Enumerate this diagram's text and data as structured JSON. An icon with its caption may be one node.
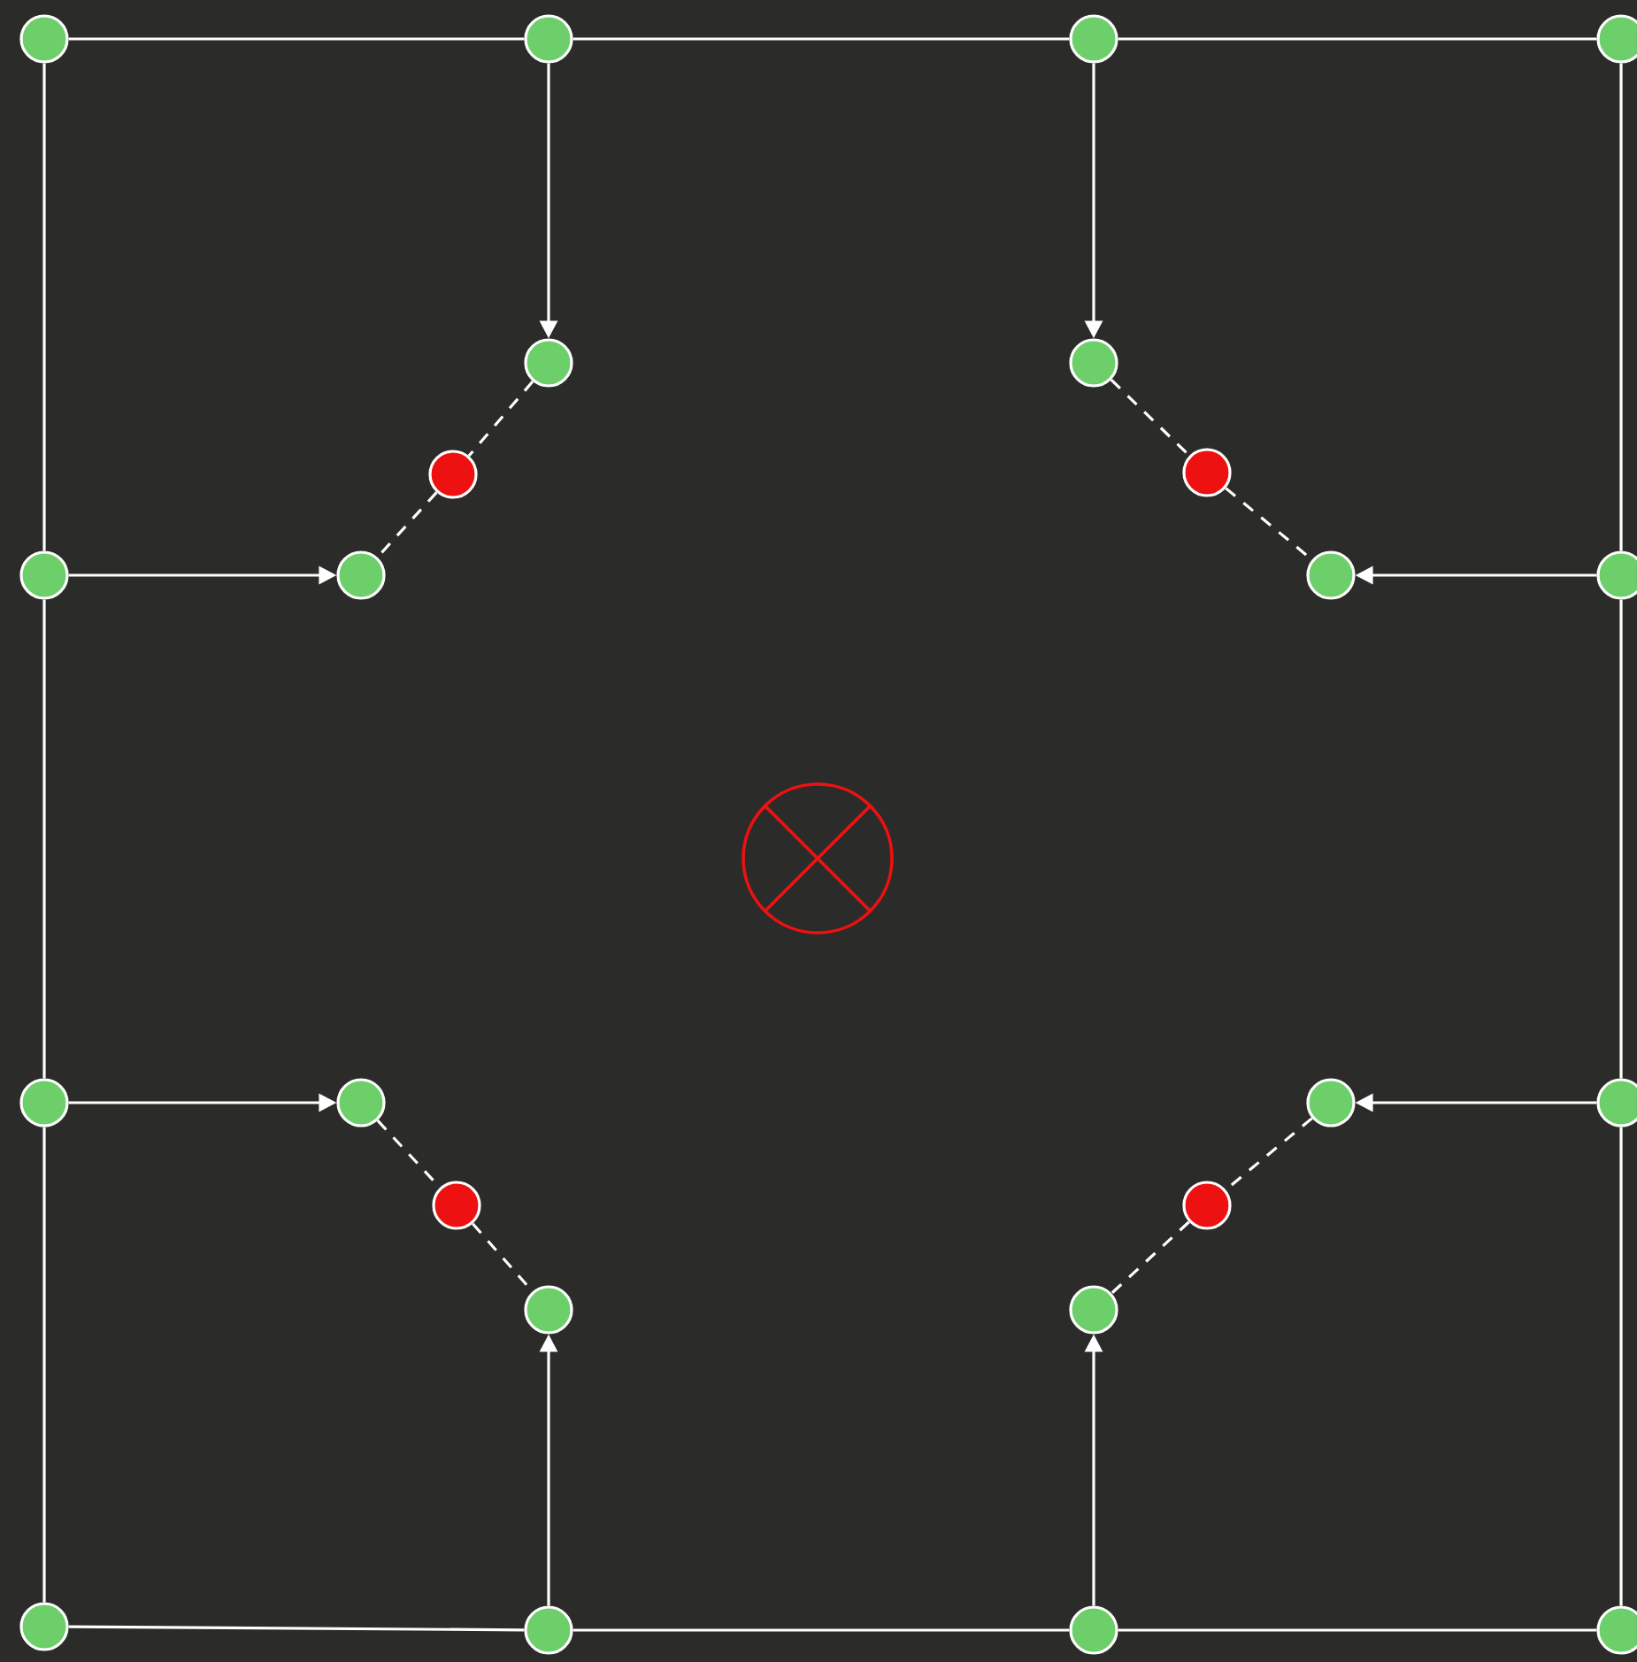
{
  "diagram": {
    "nodes": [
      {
        "text": [],
        "shape": "circle"
      },
      {
        "text": [],
        "shape": "circle"
      },
      {
        "text": [],
        "shape": "circle"
      },
      {
        "text": [],
        "shape": "circle"
      },
      {
        "text": [],
        "shape": "circle"
      },
      {
        "text": [],
        "shape": "circle"
      },
      {
        "text": [],
        "shape": "circle"
      },
      {
        "text": [],
        "shape": "circle"
      },
      {
        "text": [],
        "shape": "circle"
      },
      {
        "text": [],
        "shape": "circle"
      },
      {
        "text": [],
        "shape": "circle"
      },
      {
        "text": [],
        "shape": "circle"
      },
      {
        "text": [],
        "shape": "circle"
      },
      {
        "text": [],
        "shape": "circle"
      },
      {
        "text": [],
        "shape": "circle"
      },
      {
        "text": [],
        "shape": "circle"
      },
      {
        "text": [],
        "shape": "circle"
      },
      {
        "text": [],
        "shape": "circle"
      },
      {
        "text": [],
        "shape": "circle"
      },
      {
        "text": [],
        "shape": "circle"
      },
      {
        "text": [],
        "shape": "circle"
      },
      {
        "text": [],
        "shape": "circle"
      },
      {
        "text": [],
        "shape": "circle"
      },
      {
        "text": [],
        "shape": "circle"
      }
    ],
    "edges": [
      {
        "from": 0,
        "to": 1,
        "arrow": "none"
      },
      {
        "from": 1,
        "to": 2,
        "arrow": "none"
      },
      {
        "from": 2,
        "to": 3,
        "arrow": "none"
      },
      {
        "from": 0,
        "to": 8,
        "arrow": "none"
      },
      {
        "from": 3,
        "to": 11,
        "arrow": "none"
      },
      {
        "from": 8,
        "to": 12,
        "arrow": "none"
      },
      {
        "from": 11,
        "to": 15,
        "arrow": "none"
      },
      {
        "from": 12,
        "to": 20,
        "arrow": "none"
      },
      {
        "from": 15,
        "to": 23,
        "arrow": "none"
      },
      {
        "from": 20,
        "to": 21,
        "arrow": "none"
      },
      {
        "from": 21,
        "to": 22,
        "arrow": "none"
      },
      {
        "from": 22,
        "to": 23,
        "arrow": "none"
      },
      {
        "from": 1,
        "to": 4,
        "arrow": "to"
      },
      {
        "from": 2,
        "to": 5,
        "arrow": "to"
      },
      {
        "from": 8,
        "to": 9,
        "arrow": "to"
      },
      {
        "from": 11,
        "to": 10,
        "arrow": "to"
      },
      {
        "from": 12,
        "to": 13,
        "arrow": "to"
      },
      {
        "from": 15,
        "to": 14,
        "arrow": "to"
      },
      {
        "from": 21,
        "to": 18,
        "arrow": "to"
      },
      {
        "from": 22,
        "to": 19,
        "arrow": "to"
      },
      {
        "from": 4,
        "to": 6,
        "arrow": "none",
        "style": "dashed"
      },
      {
        "from": 6,
        "to": 9,
        "arrow": "none",
        "style": "dashed"
      },
      {
        "from": 5,
        "to": 7,
        "arrow": "none",
        "style": "dashed"
      },
      {
        "from": 7,
        "to": 10,
        "arrow": "none",
        "style": "dashed"
      },
      {
        "from": 13,
        "to": 16,
        "arrow": "none",
        "style": "dashed"
      },
      {
        "from": 16,
        "to": 18,
        "arrow": "none",
        "style": "dashed"
      },
      {
        "from": 14,
        "to": 17,
        "arrow": "none",
        "style": "dashed"
      },
      {
        "from": 17,
        "to": 19,
        "arrow": "none",
        "style": "dashed"
      }
    ]
  }
}
